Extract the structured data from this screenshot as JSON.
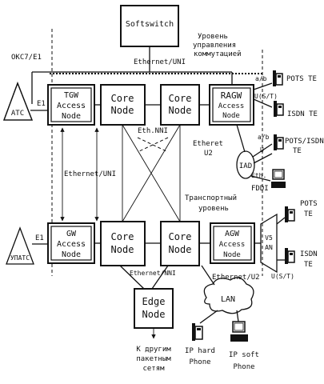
{
  "labels": {
    "softswitch": "Softswitch",
    "oks7": "ОКС7/E1",
    "control_level_1": "Уровень",
    "control_level_2": "управления",
    "control_level_3": "коммутацией",
    "ethernet_uni_top": "Ethernet/UNI",
    "ats": "АТС",
    "e1_top": "E1",
    "e1_bottom": "E1",
    "uatc": "УПАТС",
    "tgw_1": "TGW",
    "tgw_2": "Access",
    "tgw_3": "Node",
    "core_tl_1": "Core",
    "core_tl_2": "Node",
    "core_tr_1": "Core",
    "core_tr_2": "Node",
    "ragw_1": "RAGW",
    "ragw_2": "Access",
    "ragw_3": "Node",
    "gw_1": "GW",
    "gw_2": "Access",
    "gw_3": "Node",
    "core_bl_1": "Core",
    "core_bl_2": "Node",
    "core_br_1": "Core",
    "core_br_2": "Node",
    "agw_1": "AGW",
    "agw_2": "Access",
    "agw_3": "Node",
    "edge_1": "Edge",
    "edge_2": "Node",
    "eth_nni_mid": "Eth.NNI",
    "ethernet_uni_left": "Ethernet/UNI",
    "transport_1": "Транспортный",
    "transport_2": "уровень",
    "ethernet_nni_bottom": "Ethernet/NNI",
    "ab_top": "a/b",
    "us_top": "U(S/T)",
    "pots_te_top": "POTS TE",
    "isdn_te_top": "ISDN TE",
    "etheret": "Etheret",
    "u2": "U2",
    "iad": "IAD",
    "ab_iad": "a/b",
    "u_iad": "U",
    "pots_isdn_1": "POTS/ISDN",
    "pots_isdn_2": "TE",
    "eth_iad": "Eth.",
    "fddi": "FDDI",
    "v5_1": "V5",
    "v5_2": "AN",
    "pots_1": "POTS",
    "pots_2": "TE",
    "isdn_1": "ISDN",
    "isdn_2": "TE",
    "u_st_bottom": "U(S/T)",
    "ethernet_u2": "Ethernet/U2",
    "lan": "LAN",
    "other_nets_1": "К другим",
    "other_nets_2": "пакетным",
    "other_nets_3": "сетям",
    "ip_hard_1": "IP hard",
    "ip_hard_2": "Phone",
    "ip_soft_1": "IP soft",
    "ip_soft_2": "Phone"
  }
}
